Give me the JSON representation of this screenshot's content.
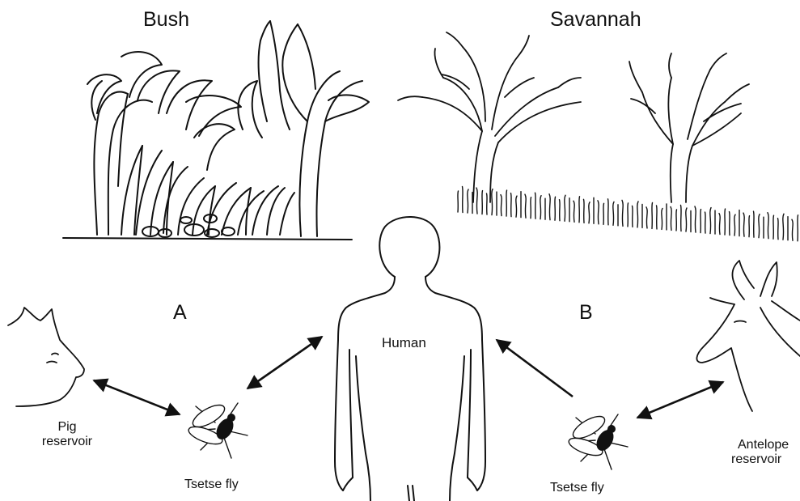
{
  "labels": {
    "bush": "Bush",
    "savannah": "Savannah",
    "route_a": "A",
    "route_b": "B",
    "human": "Human",
    "pig_reservoir_line1": "Pig",
    "pig_reservoir_line2": "reservoir",
    "antelope_reservoir_line1": "Antelope",
    "antelope_reservoir_line2": "reservoir",
    "tsetse_fly_left": "Tsetse fly",
    "tsetse_fly_right": "Tsetse fly"
  },
  "colors": {
    "ink": "#111111",
    "background": "#ffffff"
  },
  "icons": [
    "bush-illustration",
    "savannah-illustration",
    "human-silhouette",
    "pig-head",
    "antelope-head",
    "tsetse-fly-icon",
    "double-arrow",
    "single-arrow"
  ]
}
